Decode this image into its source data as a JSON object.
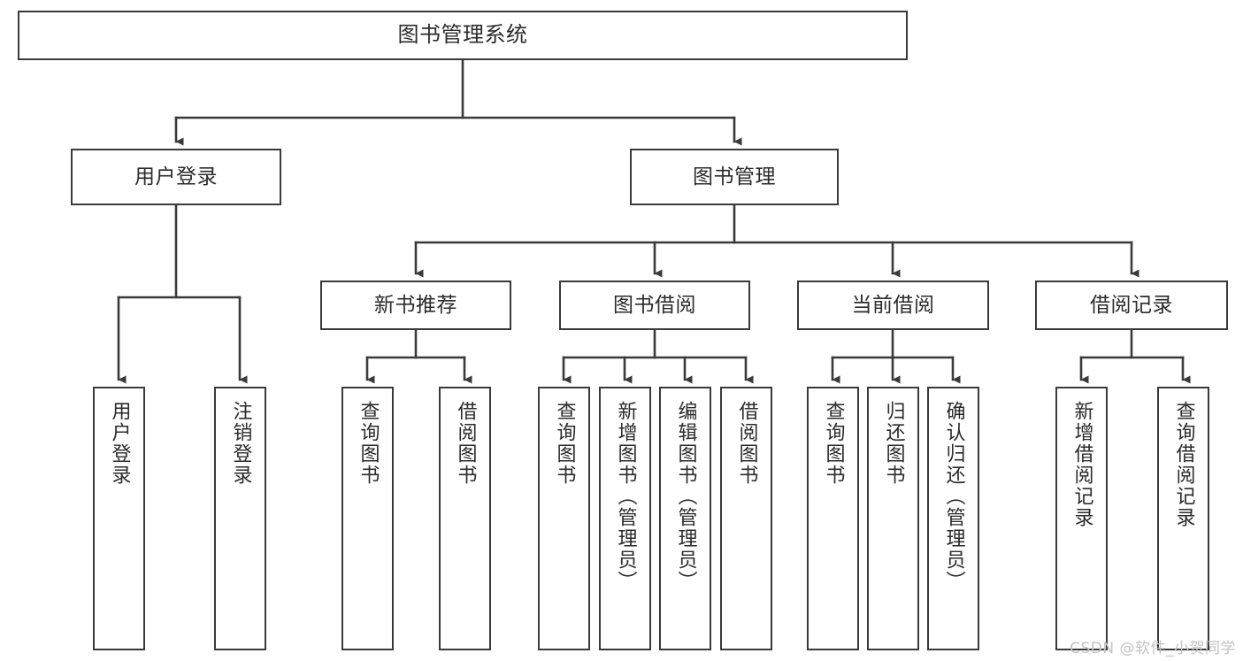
{
  "diagram": {
    "type": "tree-hierarchy",
    "title": "图书管理系统",
    "root": {
      "label": "图书管理系统"
    },
    "level2": [
      {
        "id": "user-login",
        "label": "用户登录"
      },
      {
        "id": "book-manage",
        "label": "图书管理"
      }
    ],
    "level3": [
      {
        "id": "new-book-recommend",
        "label": "新书推荐",
        "parent": "book-manage"
      },
      {
        "id": "book-borrow",
        "label": "图书借阅",
        "parent": "book-manage"
      },
      {
        "id": "current-borrow",
        "label": "当前借阅",
        "parent": "book-manage"
      },
      {
        "id": "borrow-record",
        "label": "借阅记录",
        "parent": "book-manage"
      }
    ],
    "leaves": [
      {
        "id": "leaf-user-login",
        "label": "用户登录",
        "parent": "user-login"
      },
      {
        "id": "leaf-logout-login",
        "label": "注销登录",
        "parent": "user-login"
      },
      {
        "id": "leaf-query-book-1",
        "label": "查询图书",
        "parent": "new-book-recommend"
      },
      {
        "id": "leaf-borrow-book-1",
        "label": "借阅图书",
        "parent": "new-book-recommend"
      },
      {
        "id": "leaf-query-book-2",
        "label": "查询图书",
        "parent": "book-borrow"
      },
      {
        "id": "leaf-add-book",
        "label": "新增图书（管理员）",
        "parent": "book-borrow"
      },
      {
        "id": "leaf-edit-book",
        "label": "编辑图书（管理员）",
        "parent": "book-borrow"
      },
      {
        "id": "leaf-borrow-book-2",
        "label": "借阅图书",
        "parent": "book-borrow"
      },
      {
        "id": "leaf-query-book-3",
        "label": "查询图书",
        "parent": "current-borrow"
      },
      {
        "id": "leaf-return-book",
        "label": "归还图书",
        "parent": "current-borrow"
      },
      {
        "id": "leaf-confirm-return",
        "label": "确认归还（管理员）",
        "parent": "current-borrow"
      },
      {
        "id": "leaf-add-record",
        "label": "新增借阅记录",
        "parent": "borrow-record"
      },
      {
        "id": "leaf-query-record",
        "label": "查询借阅记录",
        "parent": "borrow-record"
      }
    ],
    "colors": {
      "border": "#3a3a3a",
      "background": "#ffffff",
      "text": "#2b2b2b",
      "watermark": "#c3c3c3"
    }
  },
  "watermark": {
    "text": "CSDN @软件_小贺同学"
  }
}
